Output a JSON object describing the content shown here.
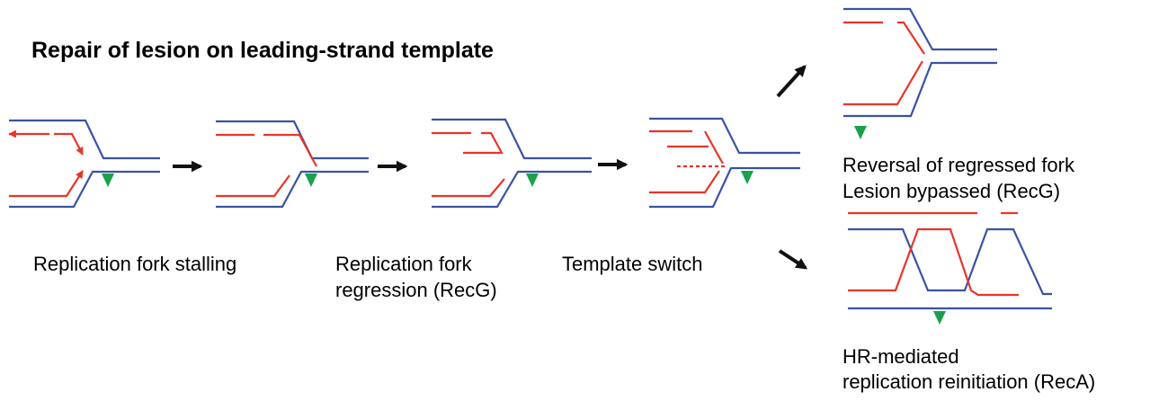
{
  "title": "Repair of lesion on leading-strand template",
  "captions": {
    "stalling": "Replication fork stalling",
    "regression": [
      "Replication fork",
      "regression (RecG)"
    ],
    "switch": "Template switch",
    "reversal": [
      "Reversal of regressed fork",
      "Lesion bypassed (RecG)"
    ],
    "hr": [
      "HR-mediated",
      "replication reinitiation (RecA)"
    ]
  },
  "colors": {
    "template_strand": "#3a52a4",
    "nascent_strand": "#e8342a",
    "lesion": "#1ba14a",
    "arrow": "#111111"
  }
}
